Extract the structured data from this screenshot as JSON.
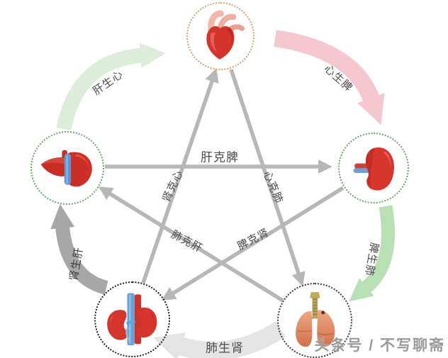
{
  "diagram": {
    "name": "five-elements-organ-cycle",
    "watermark": "头条号 / 不写聊斋",
    "nodes": [
      {
        "id": "heart",
        "icon": "heart-organ-icon",
        "ring_color": "#d2a36c"
      },
      {
        "id": "spleen",
        "icon": "spleen-organ-icon",
        "ring_color": "#6aa46c"
      },
      {
        "id": "liver",
        "icon": "liver-organ-icon",
        "ring_color": "#6aa46c"
      },
      {
        "id": "kidney",
        "icon": "kidney-organ-icon",
        "ring_color": "#1e1e1e"
      },
      {
        "id": "lung",
        "icon": "lung-organ-icon",
        "ring_color": "#3c3c3c"
      }
    ],
    "generating": [
      {
        "label": "肝生心",
        "from": "liver",
        "to": "heart",
        "color": "#dcedda"
      },
      {
        "label": "心生脾",
        "from": "heart",
        "to": "spleen",
        "color": "#f5c8d0"
      },
      {
        "label": "脾生肺",
        "from": "spleen",
        "to": "lung",
        "color": "#b9dfb4"
      },
      {
        "label": "肺生肾",
        "from": "lung",
        "to": "kidney",
        "color": "#e4e4e4"
      },
      {
        "label": "肾生肝",
        "from": "kidney",
        "to": "liver",
        "color": "#a7a7a7"
      }
    ],
    "overcoming": [
      {
        "label": "肝克脾",
        "from": "liver",
        "to": "spleen",
        "color": "#b7b7b7"
      },
      {
        "label": "心克肺",
        "from": "heart",
        "to": "lung",
        "color": "#b7b7b7"
      },
      {
        "label": "脾克肾",
        "from": "spleen",
        "to": "kidney",
        "color": "#b7b7b7"
      },
      {
        "label": "肺克肝",
        "from": "lung",
        "to": "liver",
        "color": "#b7b7b7"
      },
      {
        "label": "肾克心",
        "from": "kidney",
        "to": "heart",
        "color": "#b7b7b7"
      }
    ]
  }
}
